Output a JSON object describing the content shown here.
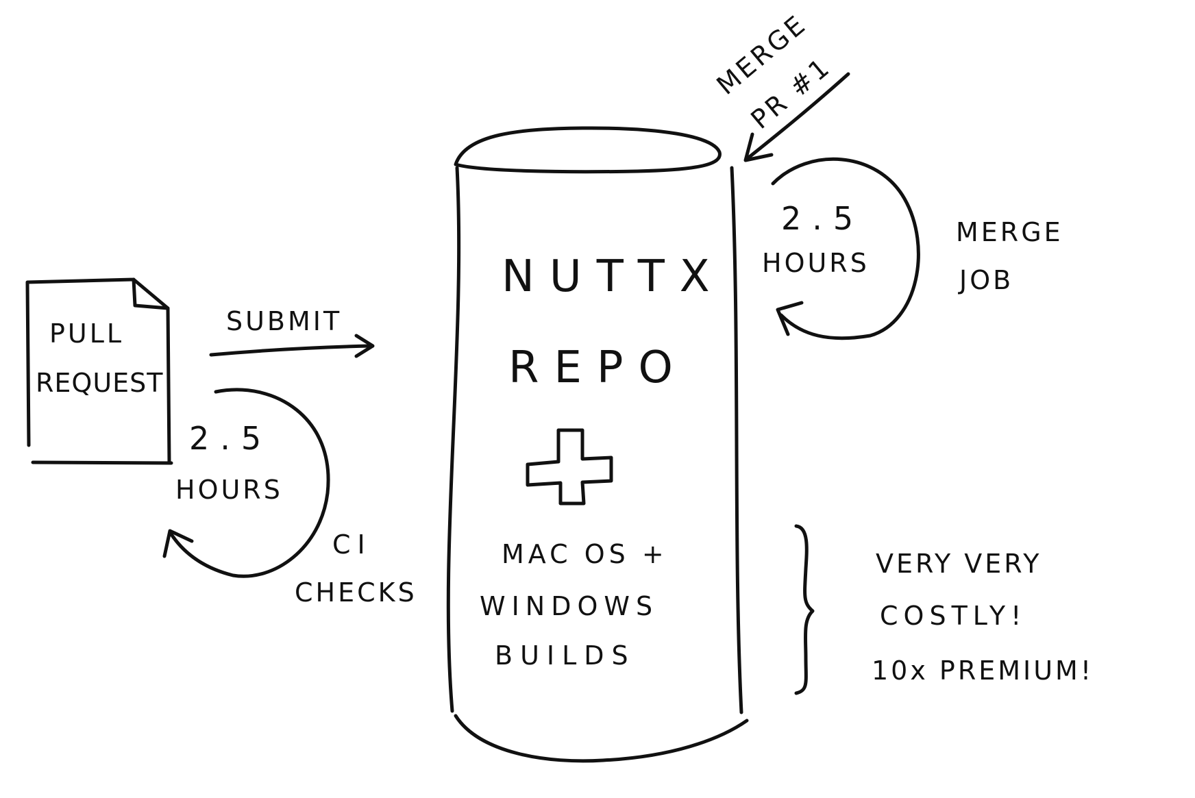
{
  "pull_request": {
    "line1": "PULL",
    "line2": "REQUEST"
  },
  "submit_label": "SUBMIT",
  "ci_loop": {
    "duration": "2.5",
    "unit": "HOURS",
    "label_line1": "CI",
    "label_line2": "CHECKS"
  },
  "repo": {
    "line1": "NUTTX",
    "line2": "REPO",
    "plus": "+",
    "line3": "MAC OS +",
    "line4": "WINDOWS",
    "line5": "BUILDS"
  },
  "merge_pr": {
    "line1": "MERGE",
    "line2": "PR #1"
  },
  "merge_loop": {
    "duration": "2.5",
    "unit": "HOURS",
    "label_line1": "MERGE",
    "label_line2": "JOB"
  },
  "cost_note": {
    "line1": "VERY VERY",
    "line2": "COSTLY!",
    "line3": "10x PREMIUM!"
  }
}
